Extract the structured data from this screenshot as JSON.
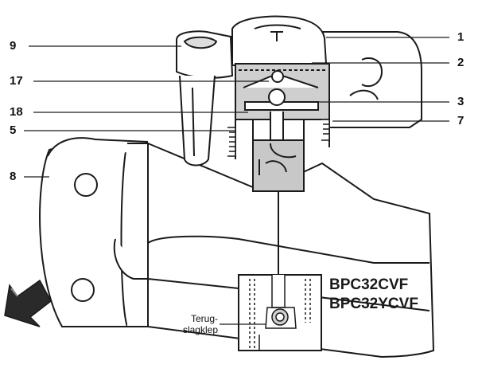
{
  "callouts": {
    "c1": "1",
    "c2": "2",
    "c3": "3",
    "c7": "7",
    "c9": "9",
    "c17": "17",
    "c18": "18",
    "c5": "5",
    "c8": "8"
  },
  "models": {
    "line1": "BPC32CVF",
    "line2": "BPC32YCVF"
  },
  "detail_label": {
    "line1": "Terug-",
    "line2": "slagklep"
  },
  "colors": {
    "line": "#1a1a1a",
    "body": "#ffffff",
    "shade": "#cfcfcf",
    "highlight_box": "#c8c8c8",
    "accent": "#e08a3a"
  }
}
